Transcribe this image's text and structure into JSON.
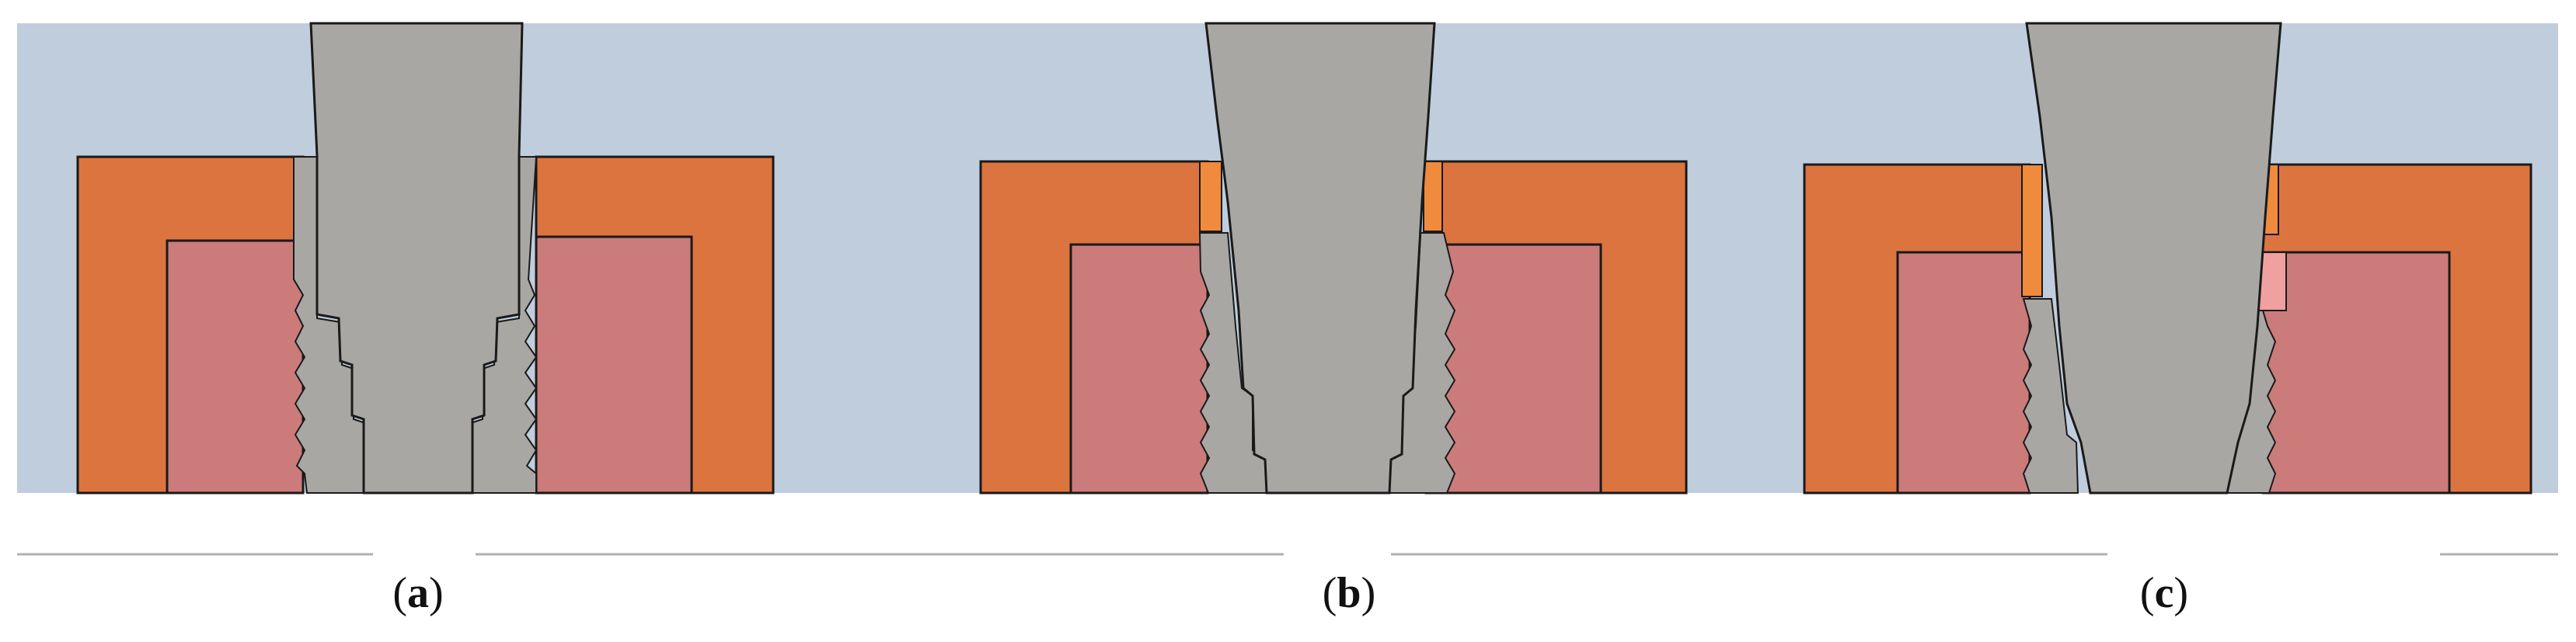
{
  "panels": [
    {
      "id": "a",
      "label": "a"
    },
    {
      "id": "b",
      "label": "b"
    },
    {
      "id": "c",
      "label": "c"
    }
  ],
  "colors": {
    "background": "#bfcddd",
    "outer_block": "#dc7440",
    "inner_block": "#cc7b7b",
    "tool": "#a9a7a4",
    "highlight": "#f08a3c",
    "outline": "#1a1a1a",
    "separator": "#b0b0b0"
  }
}
